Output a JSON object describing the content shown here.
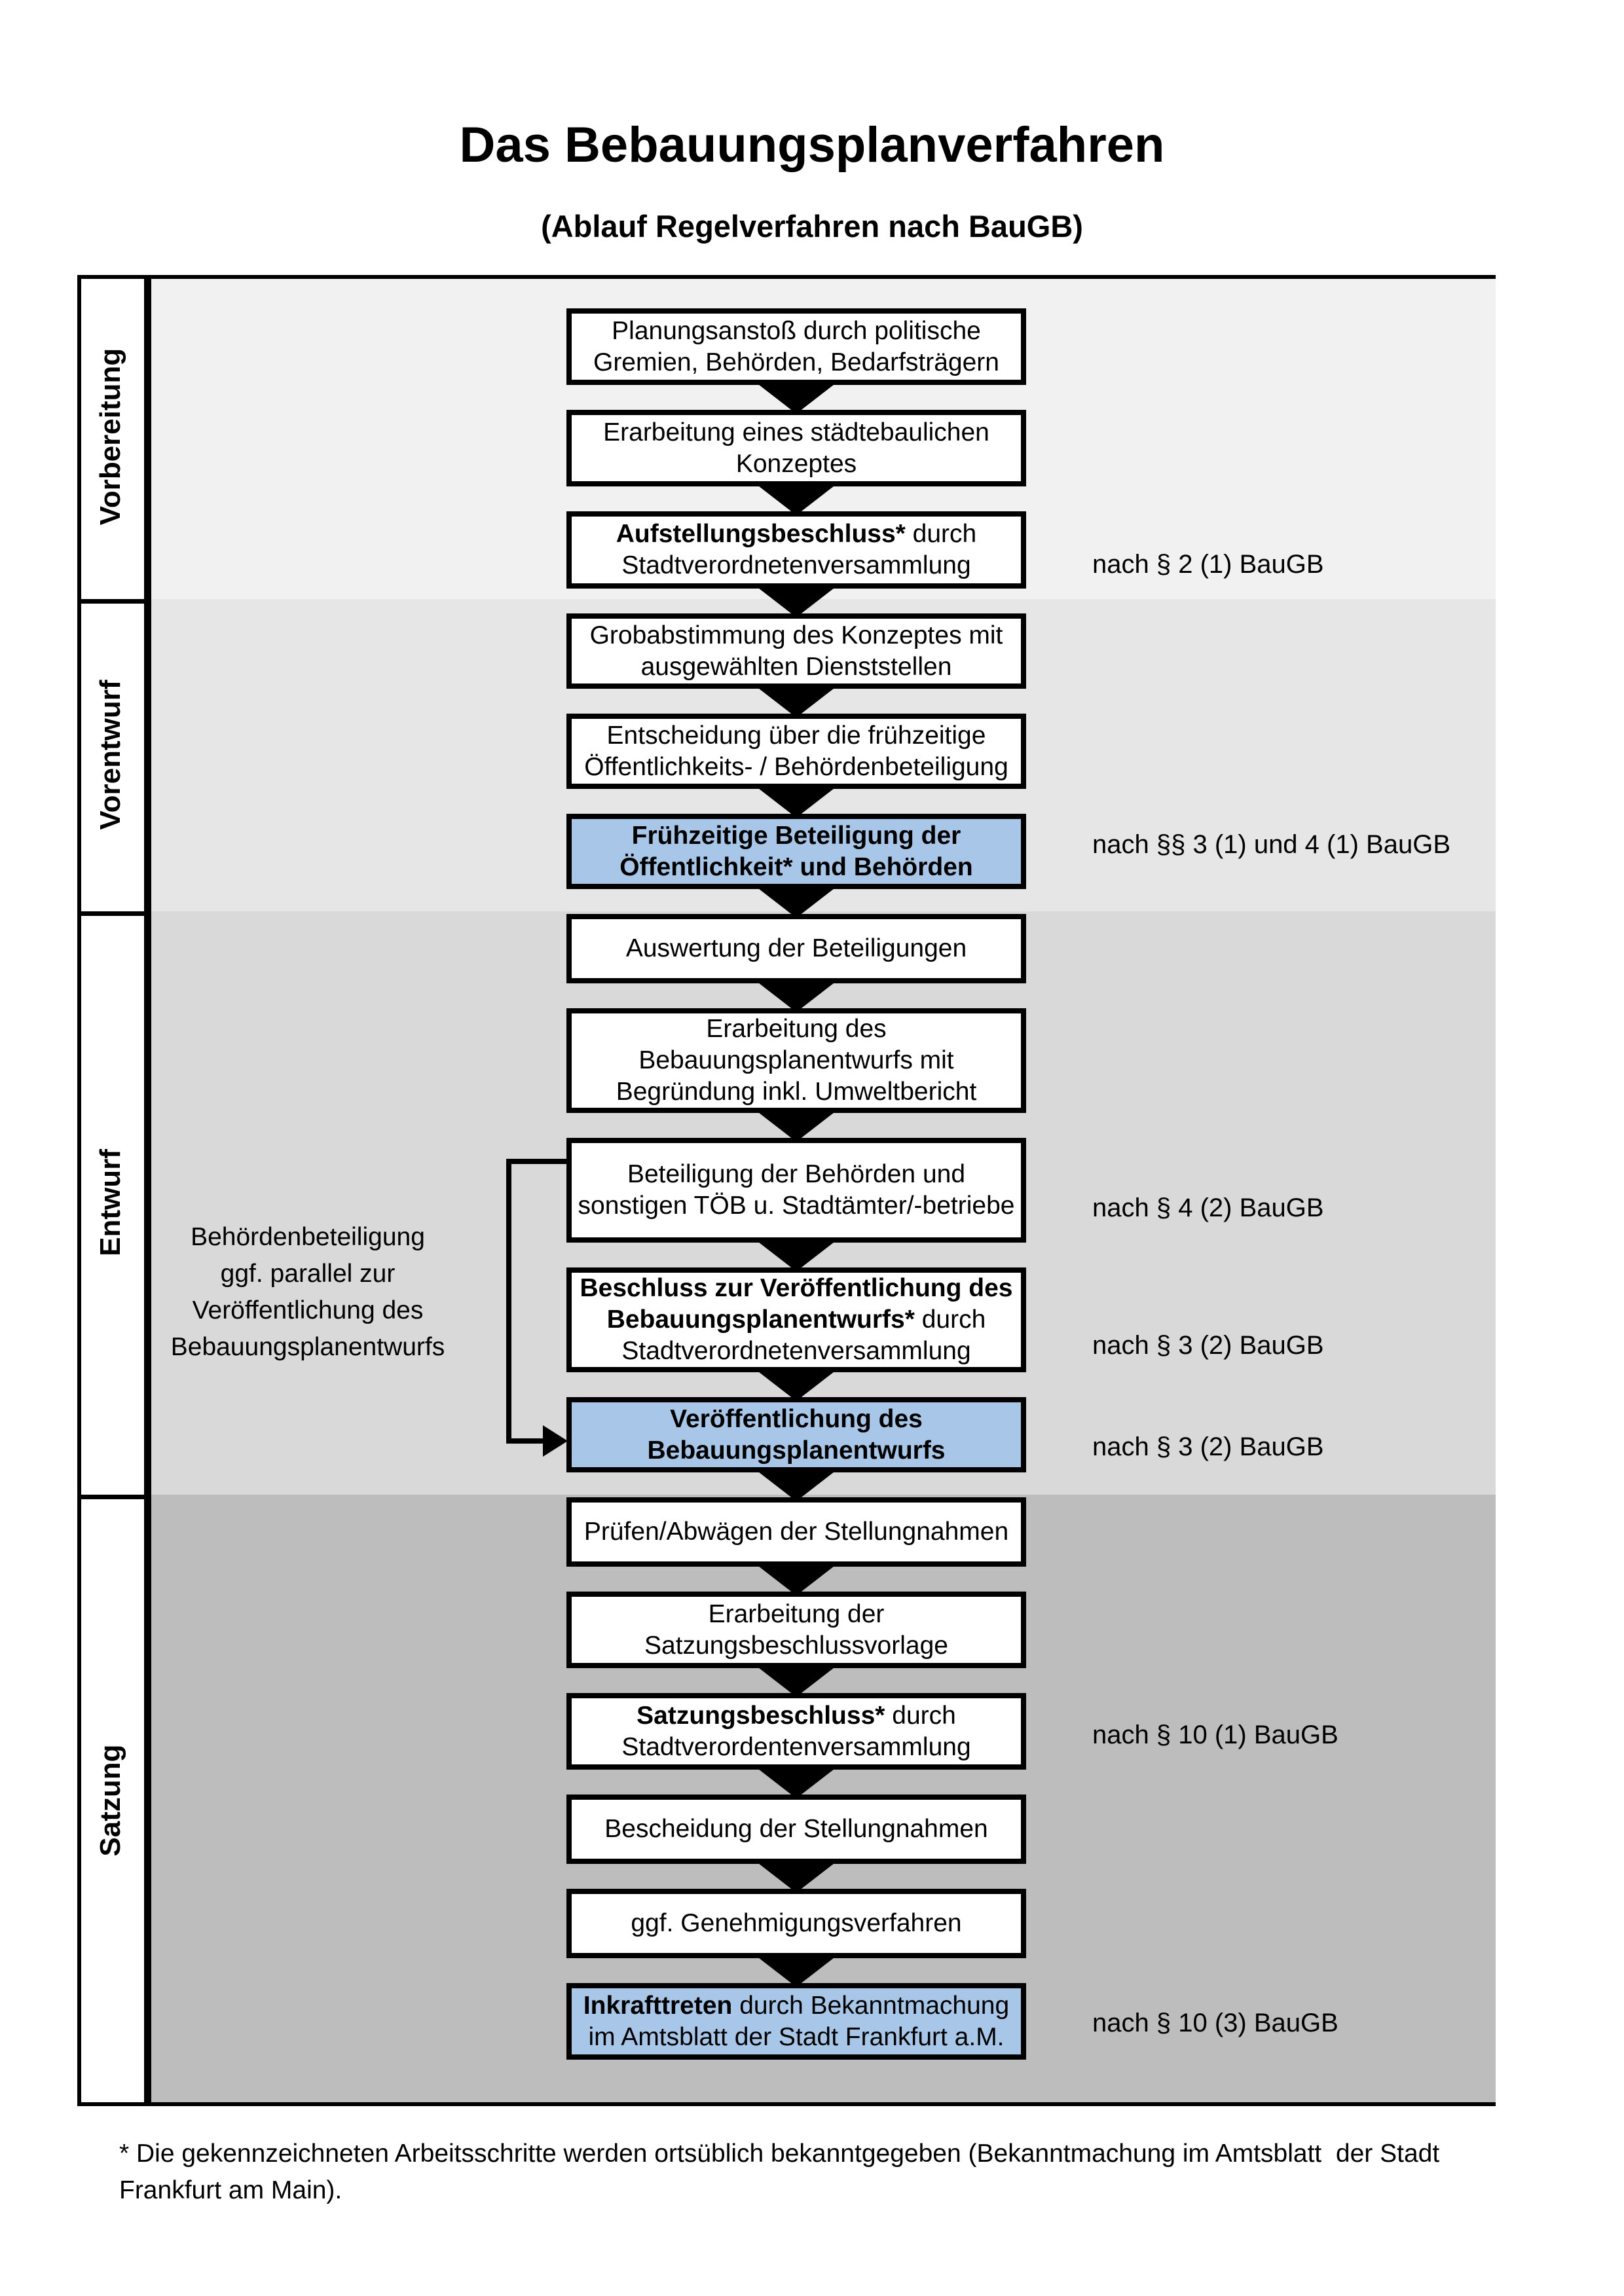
{
  "title": "Das Bebauungsplanverfahren",
  "subtitle": "(Ablauf Regelverfahren nach BauGB)",
  "phases": [
    {
      "label": "Vorbereitung"
    },
    {
      "label": "Vorentwurf"
    },
    {
      "label": "Entwurf"
    },
    {
      "label": "Satzung"
    }
  ],
  "flow": {
    "steps": [
      {
        "highlight": false,
        "lines": [
          [
            {
              "t": "Planungsanstoß durch politische"
            }
          ],
          [
            {
              "t": "Gremien, Behörden, Bedarfsträgern"
            }
          ]
        ]
      },
      {
        "highlight": false,
        "lines": [
          [
            {
              "t": "Erarbeitung eines städtebaulichen"
            }
          ],
          [
            {
              "t": "Konzeptes"
            }
          ]
        ]
      },
      {
        "highlight": false,
        "lines": [
          [
            {
              "t": "Aufstellungsbeschluss*",
              "b": true
            },
            {
              "t": " durch"
            }
          ],
          [
            {
              "t": "Stadtverordnetenversammlung"
            }
          ]
        ]
      },
      {
        "highlight": false,
        "lines": [
          [
            {
              "t": "Grobabstimmung des Konzeptes mit"
            }
          ],
          [
            {
              "t": "ausgewählten Dienststellen"
            }
          ]
        ]
      },
      {
        "highlight": false,
        "lines": [
          [
            {
              "t": "Entscheidung über die frühzeitige"
            }
          ],
          [
            {
              "t": "Öffentlichkeits- / Behördenbeteiligung"
            }
          ]
        ]
      },
      {
        "highlight": true,
        "lines": [
          [
            {
              "t": "Frühzeitige Beteiligung der",
              "b": true
            }
          ],
          [
            {
              "t": "Öffentlichkeit* und Behörden",
              "b": true
            }
          ]
        ]
      },
      {
        "highlight": false,
        "lines": [
          [
            {
              "t": "Auswertung der Beteiligungen"
            }
          ]
        ]
      },
      {
        "highlight": false,
        "lines": [
          [
            {
              "t": "Erarbeitung des"
            }
          ],
          [
            {
              "t": "Bebauungsplanentwurfs mit"
            }
          ],
          [
            {
              "t": "Begründung inkl. Umweltbericht"
            }
          ]
        ]
      },
      {
        "highlight": false,
        "lines": [
          [
            {
              "t": "Beteiligung der Behörden und"
            }
          ],
          [
            {
              "t": "sonstigen TÖB u. Stadtämter/-betriebe"
            }
          ]
        ]
      },
      {
        "highlight": false,
        "lines": [
          [
            {
              "t": "Beschluss zur Veröffentlichung des",
              "b": true
            }
          ],
          [
            {
              "t": "Bebauungsplanentwurfs*",
              "b": true
            },
            {
              "t": " durch"
            }
          ],
          [
            {
              "t": "Stadtverordnetenversammlung"
            }
          ]
        ]
      },
      {
        "highlight": true,
        "lines": [
          [
            {
              "t": "Veröffentlichung des",
              "b": true
            }
          ],
          [
            {
              "t": "Bebauungsplanentwurfs",
              "b": true
            }
          ]
        ]
      },
      {
        "highlight": false,
        "lines": [
          [
            {
              "t": "Prüfen/Abwägen der Stellungnahmen"
            }
          ]
        ]
      },
      {
        "highlight": false,
        "lines": [
          [
            {
              "t": "Erarbeitung der"
            }
          ],
          [
            {
              "t": "Satzungsbeschlussvorlage"
            }
          ]
        ]
      },
      {
        "highlight": false,
        "lines": [
          [
            {
              "t": "Satzungsbeschluss*",
              "b": true
            },
            {
              "t": " durch"
            }
          ],
          [
            {
              "t": "Stadtverordentenversammlung"
            }
          ]
        ]
      },
      {
        "highlight": false,
        "lines": [
          [
            {
              "t": "Bescheidung der Stellungnahmen"
            }
          ]
        ]
      },
      {
        "highlight": false,
        "lines": [
          [
            {
              "t": "ggf. Genehmigungsverfahren"
            }
          ]
        ]
      },
      {
        "highlight": true,
        "lines": [
          [
            {
              "t": "Inkrafttreten",
              "b": true
            },
            {
              "t": " durch Bekanntmachung"
            }
          ],
          [
            {
              "t": "im Amtsblatt der Stadt Frankfurt a.M."
            }
          ]
        ]
      }
    ]
  },
  "legal_refs": [
    {
      "text": "nach § 2 (1) BauGB"
    },
    {
      "text": "nach §§ 3 (1) und 4 (1) BauGB"
    },
    {
      "text": "nach § 4 (2) BauGB"
    },
    {
      "text": "nach § 3 (2) BauGB"
    },
    {
      "text": "nach § 3 (2) BauGB"
    },
    {
      "text": "nach § 10 (1) BauGB"
    },
    {
      "text": "nach § 10 (3) BauGB"
    }
  ],
  "side_note": {
    "lines": [
      "Behördenbeteiligung",
      "ggf. parallel zur",
      "Veröffentlichung des",
      "Bebauungsplanentwurfs"
    ]
  },
  "footnote": {
    "lines": [
      "* Die gekennzeichneten Arbeitsschritte werden ortsüblich bekanntgegeben (Bekanntmachung im Amtsblatt  der Stadt",
      "Frankfurt am Main)."
    ]
  },
  "colors": {
    "highlight": "#a8c6e7",
    "section_backgrounds": [
      "#f1f1f1",
      "#e6e6e6",
      "#d9d9d9",
      "#bdbdbd"
    ]
  }
}
